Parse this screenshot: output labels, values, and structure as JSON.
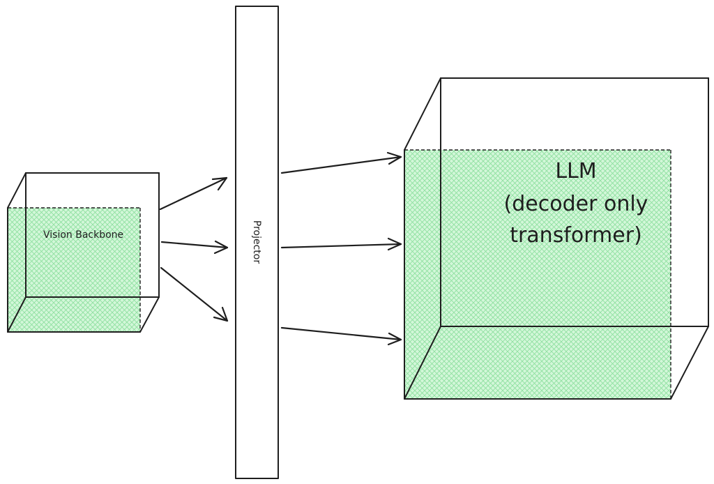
{
  "diagram": {
    "fill_color": "#b2f2bb",
    "hatch_color": "#8fe0a0",
    "stroke_color": "#1e1e1e",
    "vision_backbone": {
      "label": "Vision Backbone"
    },
    "projector": {
      "label": "Projector"
    },
    "llm": {
      "label_lines": [
        "LLM",
        "(decoder only",
        "transformer)"
      ]
    }
  }
}
